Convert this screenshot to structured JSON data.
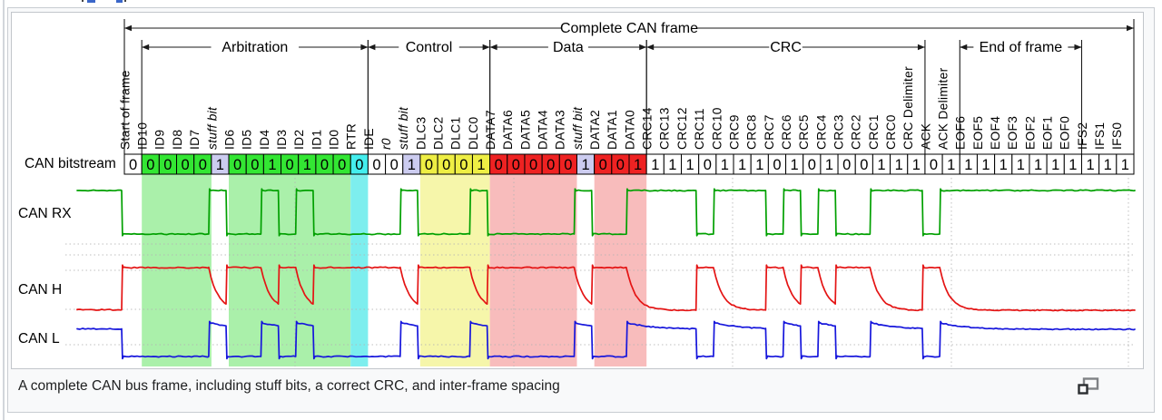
{
  "figure": {
    "caption": "A complete CAN bus frame, including stuff bits, a correct CRC, and inter-frame spacing",
    "row_labels": {
      "bitstream": "CAN bitstream",
      "rx": "CAN RX",
      "h": "CAN H",
      "l": "CAN L"
    },
    "sections": [
      {
        "label": "Complete CAN frame",
        "from_bit": 0,
        "to_bit": 58,
        "level": 0
      },
      {
        "label": "Arbitration",
        "from_bit": 1,
        "to_bit": 14,
        "level": 1
      },
      {
        "label": "Control",
        "from_bit": 14,
        "to_bit": 21,
        "level": 1
      },
      {
        "label": "Data",
        "from_bit": 21,
        "to_bit": 30,
        "level": 1
      },
      {
        "label": "CRC",
        "from_bit": 30,
        "to_bit": 46,
        "level": 1
      },
      {
        "label": "End of frame",
        "from_bit": 48,
        "to_bit": 55,
        "level": 1
      }
    ],
    "bits": [
      {
        "label": "Start of frame",
        "value": 0,
        "cell": "white",
        "band": null
      },
      {
        "label": "ID10",
        "value": 0,
        "cell": "green",
        "band": "green"
      },
      {
        "label": "ID9",
        "value": 0,
        "cell": "green",
        "band": "green"
      },
      {
        "label": "ID8",
        "value": 0,
        "cell": "green",
        "band": "green"
      },
      {
        "label": "ID7",
        "value": 0,
        "cell": "green",
        "band": "green"
      },
      {
        "label": "stuff bit",
        "value": 1,
        "cell": "lavender",
        "band": null,
        "italic": true
      },
      {
        "label": "ID6",
        "value": 0,
        "cell": "green",
        "band": "green"
      },
      {
        "label": "ID5",
        "value": 0,
        "cell": "green",
        "band": "green"
      },
      {
        "label": "ID4",
        "value": 1,
        "cell": "green",
        "band": "green"
      },
      {
        "label": "ID3",
        "value": 0,
        "cell": "green",
        "band": "green"
      },
      {
        "label": "ID2",
        "value": 1,
        "cell": "green",
        "band": "green"
      },
      {
        "label": "ID1",
        "value": 0,
        "cell": "green",
        "band": "green"
      },
      {
        "label": "ID0",
        "value": 0,
        "cell": "green",
        "band": "green"
      },
      {
        "label": "RTR",
        "value": 0,
        "cell": "cyan",
        "band": "cyan"
      },
      {
        "label": "IDE",
        "value": 0,
        "cell": "white",
        "band": null
      },
      {
        "label": "r0",
        "value": 0,
        "cell": "white",
        "band": null,
        "italic": true
      },
      {
        "label": "stuff bit",
        "value": 1,
        "cell": "lavender",
        "band": null,
        "italic": true
      },
      {
        "label": "DLC3",
        "value": 0,
        "cell": "yellow",
        "band": "yellow"
      },
      {
        "label": "DLC2",
        "value": 0,
        "cell": "yellow",
        "band": "yellow"
      },
      {
        "label": "DLC1",
        "value": 0,
        "cell": "yellow",
        "band": "yellow"
      },
      {
        "label": "DLC0",
        "value": 1,
        "cell": "yellow",
        "band": "yellow"
      },
      {
        "label": "DATA7",
        "value": 0,
        "cell": "red",
        "band": "red"
      },
      {
        "label": "DATA6",
        "value": 0,
        "cell": "red",
        "band": "red"
      },
      {
        "label": "DATA5",
        "value": 0,
        "cell": "red",
        "band": "red"
      },
      {
        "label": "DATA4",
        "value": 0,
        "cell": "red",
        "band": "red"
      },
      {
        "label": "DATA3",
        "value": 0,
        "cell": "red",
        "band": "red"
      },
      {
        "label": "stuff bit",
        "value": 1,
        "cell": "lavender",
        "band": null,
        "italic": true
      },
      {
        "label": "DATA2",
        "value": 0,
        "cell": "red",
        "band": "red"
      },
      {
        "label": "DATA1",
        "value": 0,
        "cell": "red",
        "band": "red"
      },
      {
        "label": "DATA0",
        "value": 1,
        "cell": "red",
        "band": "red"
      },
      {
        "label": "CRC14",
        "value": 1,
        "cell": "white",
        "band": null
      },
      {
        "label": "CRC13",
        "value": 1,
        "cell": "white",
        "band": null
      },
      {
        "label": "CRC12",
        "value": 1,
        "cell": "white",
        "band": null
      },
      {
        "label": "CRC11",
        "value": 0,
        "cell": "white",
        "band": null
      },
      {
        "label": "CRC10",
        "value": 1,
        "cell": "white",
        "band": null
      },
      {
        "label": "CRC9",
        "value": 1,
        "cell": "white",
        "band": null
      },
      {
        "label": "CRC8",
        "value": 1,
        "cell": "white",
        "band": null
      },
      {
        "label": "CRC7",
        "value": 0,
        "cell": "white",
        "band": null
      },
      {
        "label": "CRC6",
        "value": 1,
        "cell": "white",
        "band": null
      },
      {
        "label": "CRC5",
        "value": 0,
        "cell": "white",
        "band": null
      },
      {
        "label": "CRC4",
        "value": 1,
        "cell": "white",
        "band": null
      },
      {
        "label": "CRC3",
        "value": 0,
        "cell": "white",
        "band": null
      },
      {
        "label": "CRC2",
        "value": 0,
        "cell": "white",
        "band": null
      },
      {
        "label": "CRC1",
        "value": 1,
        "cell": "white",
        "band": null
      },
      {
        "label": "CRC0",
        "value": 1,
        "cell": "white",
        "band": null
      },
      {
        "label": "CRC Delimiter",
        "value": 1,
        "cell": "white",
        "band": null
      },
      {
        "label": "ACK",
        "value": 0,
        "cell": "white",
        "band": null
      },
      {
        "label": "ACK Delimiter",
        "value": 1,
        "cell": "white",
        "band": null
      },
      {
        "label": "EOF6",
        "value": 1,
        "cell": "white",
        "band": null
      },
      {
        "label": "EOF5",
        "value": 1,
        "cell": "white",
        "band": null
      },
      {
        "label": "EOF4",
        "value": 1,
        "cell": "white",
        "band": null
      },
      {
        "label": "EOF3",
        "value": 1,
        "cell": "white",
        "band": null
      },
      {
        "label": "EOF2",
        "value": 1,
        "cell": "white",
        "band": null
      },
      {
        "label": "EOF1",
        "value": 1,
        "cell": "white",
        "band": null
      },
      {
        "label": "EOF0",
        "value": 1,
        "cell": "white",
        "band": null
      },
      {
        "label": "IFS2",
        "value": 1,
        "cell": "white",
        "band": null
      },
      {
        "label": "IFS1",
        "value": 1,
        "cell": "white",
        "band": null
      },
      {
        "label": "IFS0",
        "value": 1,
        "cell": "white",
        "band": null
      }
    ],
    "colors": {
      "cells": {
        "white": "#ffffff",
        "green": "#33e633",
        "lavender": "#ccccf0",
        "cyan": "#44eeee",
        "yellow": "#eeee44",
        "red": "#ee2222"
      },
      "bands": {
        "green": "#aaf0aa",
        "cyan": "#7deeee",
        "yellow": "#f6f6aa",
        "red": "#f8bcbc"
      },
      "traces": {
        "rx": "#00a000",
        "can_h": "#e41414",
        "can_l": "#1616dc"
      },
      "line": "#1a1a1a",
      "grid": "#b4b4b4"
    }
  }
}
